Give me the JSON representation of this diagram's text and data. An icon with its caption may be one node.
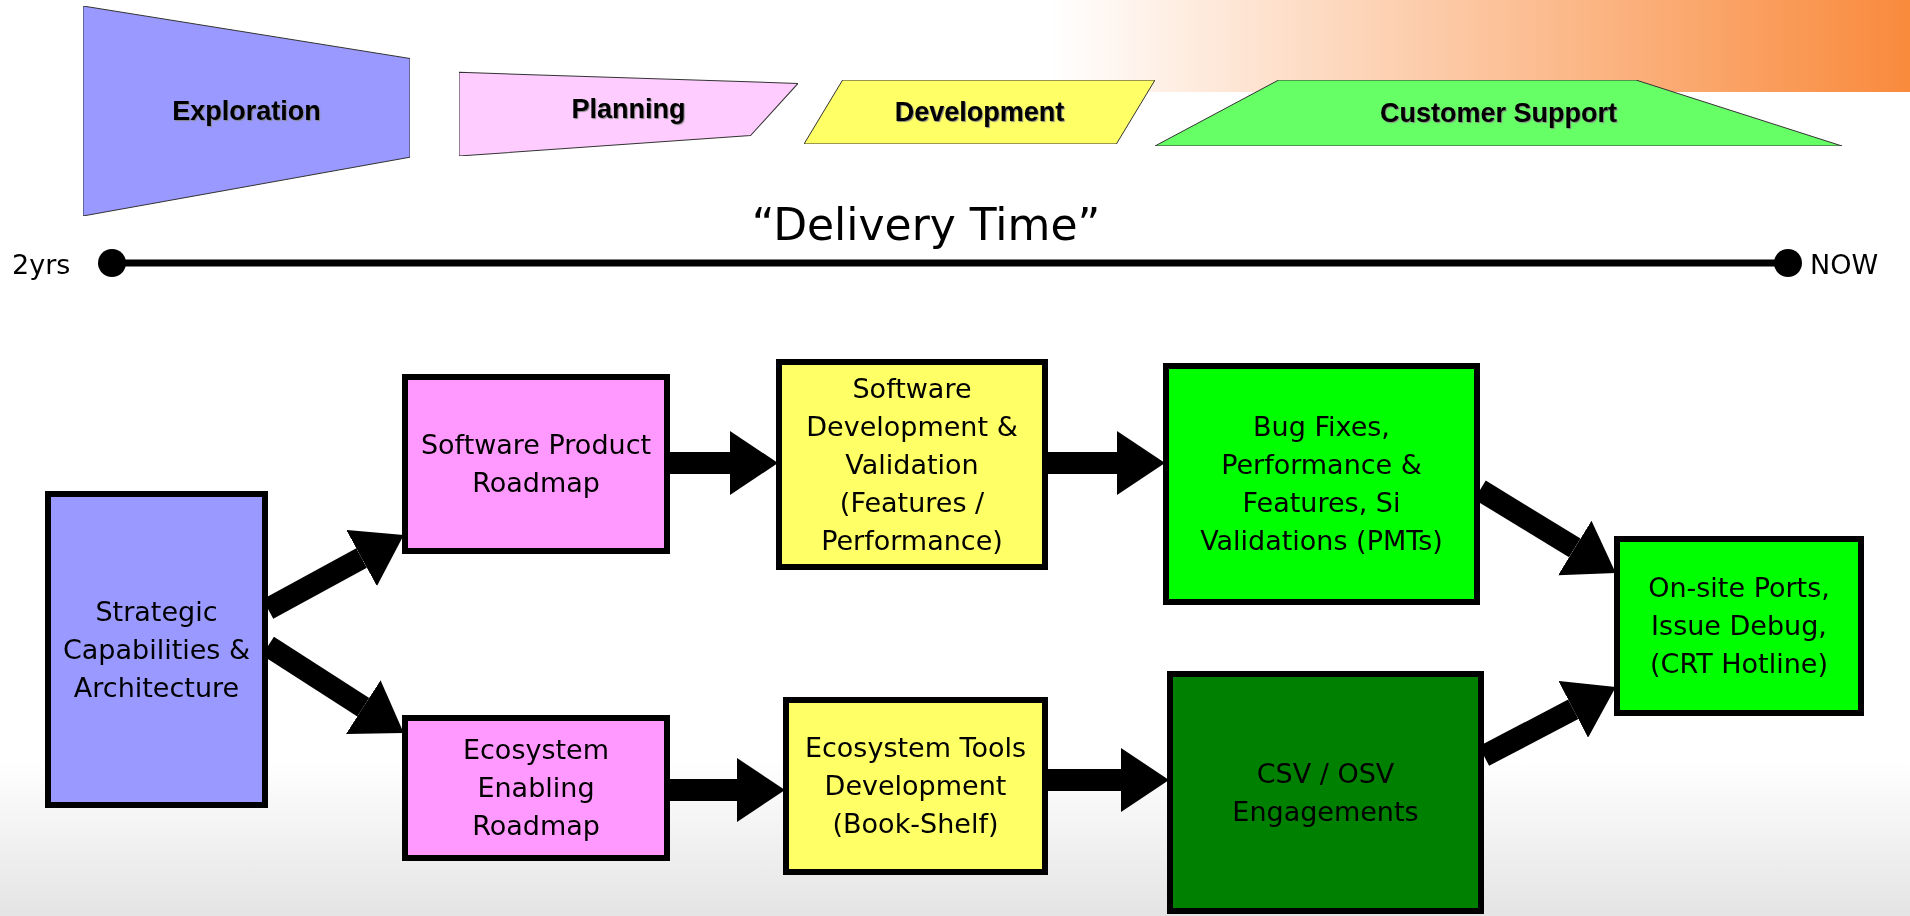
{
  "diagram": {
    "nodes": [
      {
        "text": [
          "Exploration"
        ]
      },
      {
        "text": [
          "Planning"
        ]
      },
      {
        "text": [
          "Development"
        ]
      },
      {
        "text": [
          "Customer Support"
        ]
      },
      {
        "text": [
          "Strategic Capabilities & Architecture"
        ]
      },
      {
        "text": [
          "Software Product Roadmap"
        ]
      },
      {
        "text": [
          "Software Development & Validation (Features / Performance)"
        ]
      },
      {
        "text": [
          "Bug Fixes, Performance & Features, Si Validations (PMTs)"
        ]
      },
      {
        "text": [
          "Ecosystem Enabling Roadmap"
        ]
      },
      {
        "text": [
          "Ecosystem Tools Development (Book-Shelf)"
        ]
      },
      {
        "text": [
          "CSV / OSV Engagements"
        ]
      },
      {
        "text": [
          "On-site Ports, Issue Debug, (CRT Hotline)"
        ]
      }
    ],
    "edges": [
      {
        "from": 4,
        "to": 5,
        "arrow": "to"
      },
      {
        "from": 4,
        "to": 8,
        "arrow": "to"
      },
      {
        "from": 5,
        "to": 6,
        "arrow": "to"
      },
      {
        "from": 6,
        "to": 7,
        "arrow": "to"
      },
      {
        "from": 8,
        "to": 9,
        "arrow": "to"
      },
      {
        "from": 9,
        "to": 10,
        "arrow": "to"
      },
      {
        "from": 7,
        "to": 11,
        "arrow": "to"
      },
      {
        "from": 10,
        "to": 11,
        "arrow": "to"
      }
    ],
    "labels": [
      "“Delivery Time”",
      "2yrs",
      "NOW"
    ]
  }
}
